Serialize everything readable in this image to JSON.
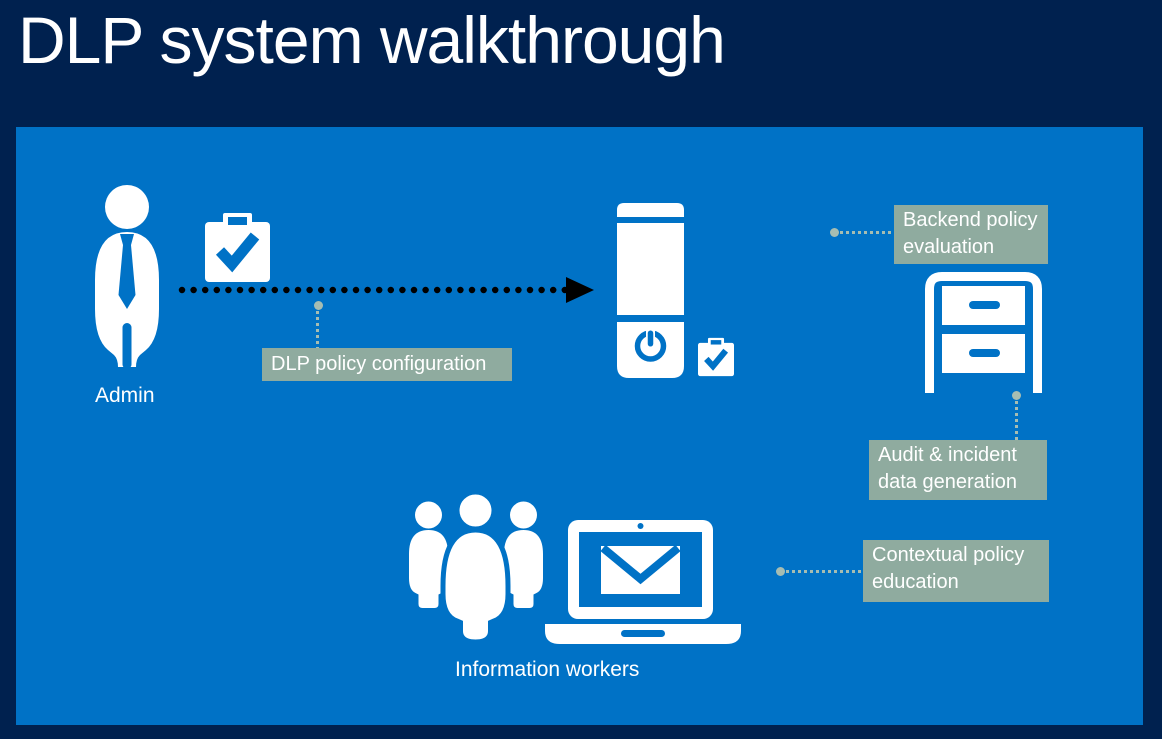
{
  "title": "DLP system walkthrough",
  "colors": {
    "background": "#00214f",
    "panel": "#0072c6",
    "label_box": "#8fab9f",
    "label_text": "#ffffff",
    "leader": "#a6bdb2",
    "arrow": "#000000",
    "icon": "#ffffff"
  },
  "diagram": {
    "admin": {
      "label": "Admin",
      "icons": [
        "person-tie-icon",
        "clipboard-check-icon"
      ]
    },
    "flow_arrow": {
      "style": "dotted",
      "direction": "right",
      "from": "Admin",
      "to": "server"
    },
    "server": {
      "icons": [
        "server-tower-icon",
        "clipboard-check-icon"
      ]
    },
    "storage": {
      "icon": "file-cabinet-icon"
    },
    "workers": {
      "label": "Information workers",
      "icons": [
        "people-group-icon",
        "laptop-email-icon"
      ]
    },
    "callouts": [
      {
        "label": "DLP policy configuration",
        "lines": [
          "DLP policy configuration"
        ]
      },
      {
        "label": "Backend policy evaluation",
        "lines": [
          "Backend policy",
          "evaluation"
        ]
      },
      {
        "label": "Audit & incident data generation",
        "lines": [
          "Audit & incident",
          "data generation"
        ]
      },
      {
        "label": "Contextual policy education",
        "lines": [
          "Contextual policy",
          "education"
        ]
      }
    ]
  }
}
